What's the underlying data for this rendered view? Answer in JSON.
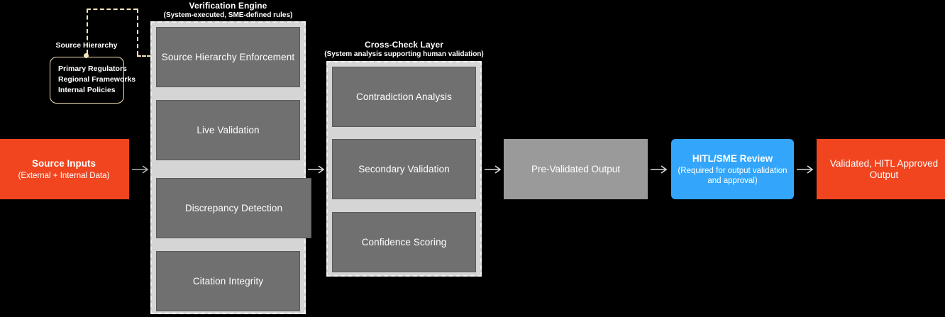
{
  "diagram": {
    "background": "#000000",
    "accent_orange": "#f0451f",
    "accent_blue": "#33a6fb",
    "accent_gray": "#9a9a9a",
    "step_gray": "#707070",
    "container_gray": "#d5d5d5",
    "note_cream": "#f7e3bb"
  },
  "source_hierarchy_note": {
    "label": "Source Hierarchy",
    "items": [
      "Primary Regulators",
      "Regional Frameworks",
      "Internal Policies"
    ]
  },
  "source_inputs": {
    "title": "Source Inputs",
    "subtitle": "(External + Internal Data)"
  },
  "verification_engine": {
    "title": "Verification Engine",
    "subtitle": "(System-executed, SME-defined rules)",
    "steps": [
      {
        "label": "Source Hierarchy Enforcement"
      },
      {
        "label": "Live Validation"
      },
      {
        "label": "Discrepancy Detection"
      },
      {
        "label": "Citation Integrity"
      }
    ]
  },
  "cross_check_layer": {
    "title": "Cross-Check Layer",
    "subtitle": "(System analysis supporting human validation)",
    "steps": [
      {
        "label": "Contradiction Analysis"
      },
      {
        "label": "Secondary Validation"
      },
      {
        "label": "Confidence Scoring"
      }
    ]
  },
  "pre_validated_output": {
    "title": "Pre-Validated Output"
  },
  "hitl_review": {
    "title": "HITL/SME Review",
    "subtitle": "(Required for output validation and approval)"
  },
  "final_output": {
    "title": "Validated, HITL Approved Output"
  }
}
